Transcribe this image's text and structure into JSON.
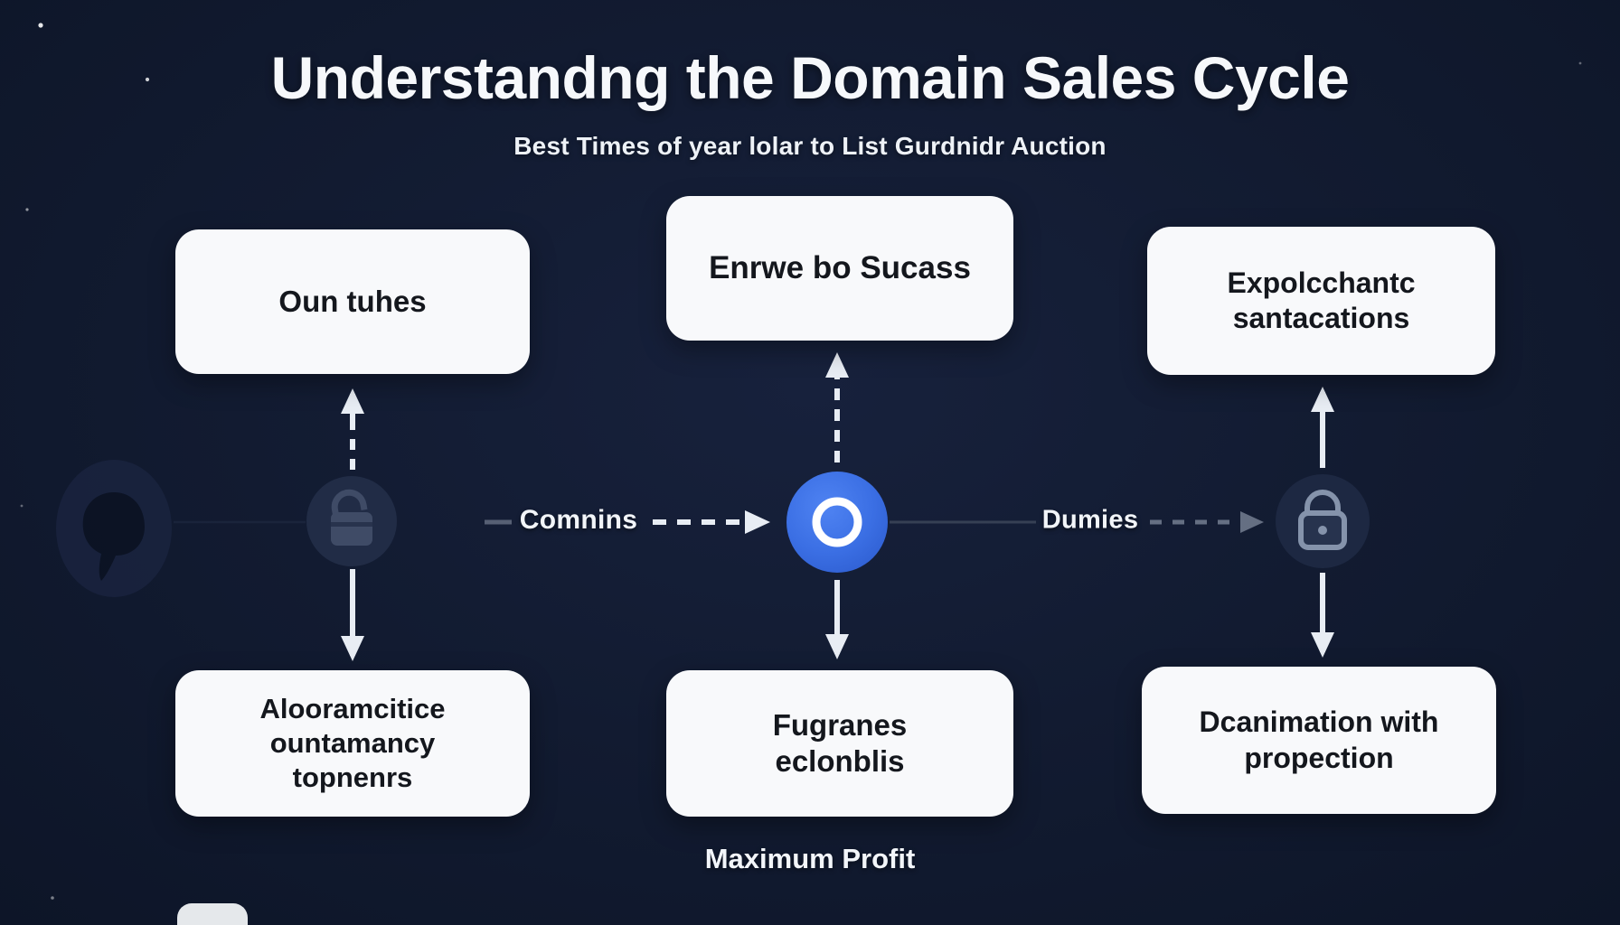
{
  "page": {
    "title": "Understandng the Domain Sales Cycle",
    "subtitle": "Best Times of year lolar to List Gurdnidr Auction",
    "caption": "Maximum Profit"
  },
  "boxes": {
    "top_left": {
      "text": "Oun tuhes"
    },
    "top_center": {
      "text": "Enrwe bo Sucass"
    },
    "top_right": {
      "text": "Expolcchantc\nsantacations"
    },
    "bottom_left": {
      "text": "Alooramcitice\nountamancy\ntopnenrs"
    },
    "bottom_center": {
      "text": "Fugranes\neclonblis"
    },
    "bottom_right": {
      "text": "Dcanimation with\npropection"
    }
  },
  "connectors": {
    "left_label": "Comnins",
    "right_label": "Dumies"
  },
  "icons": {
    "center": "hub-ring-icon",
    "left": "padlock-icon",
    "right": "padlock-icon",
    "edge": "watermark-leaf-icon"
  },
  "colors": {
    "background": "#121b31",
    "box": "#f8f9fb",
    "box_text": "#14171d",
    "accent_blue": "#3b6fe4",
    "arrow": "#e8edf4",
    "lock_slate": "#8593ab",
    "lock_dark": "#3f4b66"
  }
}
